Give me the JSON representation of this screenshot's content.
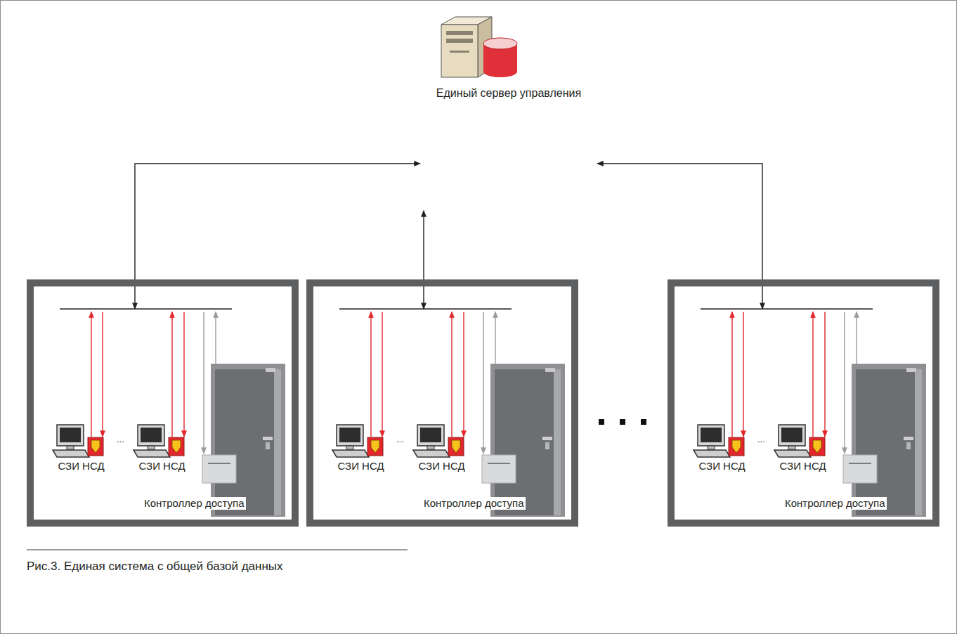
{
  "diagram": {
    "caption": "Рис.3. Единая система с общей базой данных",
    "nodes": [
      {
        "text": [
          "Единый сервер управления"
        ]
      },
      {
        "text": []
      },
      {
        "text": [
          "СЗИ НСД"
        ],
        "in": 1
      },
      {
        "text": [
          "СЗИ НСД"
        ],
        "in": 1
      },
      {
        "text": [
          "Контроллер доступа"
        ],
        "in": 1
      },
      {
        "text": []
      },
      {
        "text": [
          "СЗИ НСД"
        ],
        "in": 5
      },
      {
        "text": [
          "СЗИ НСД"
        ],
        "in": 5
      },
      {
        "text": [
          "Контроллер доступа"
        ],
        "in": 5
      },
      {
        "text": []
      },
      {
        "text": [
          "СЗИ НСД"
        ],
        "in": 9
      },
      {
        "text": [
          "СЗИ НСД"
        ],
        "in": 9
      },
      {
        "text": [
          "Контроллер доступа"
        ],
        "in": 9
      }
    ],
    "edges": [
      {
        "from": 0,
        "to": 1,
        "arrow": "both"
      },
      {
        "from": 0,
        "to": 5,
        "arrow": "both"
      },
      {
        "from": 0,
        "to": 9,
        "arrow": "both"
      }
    ],
    "labels": [
      "...",
      "...",
      "..."
    ]
  }
}
